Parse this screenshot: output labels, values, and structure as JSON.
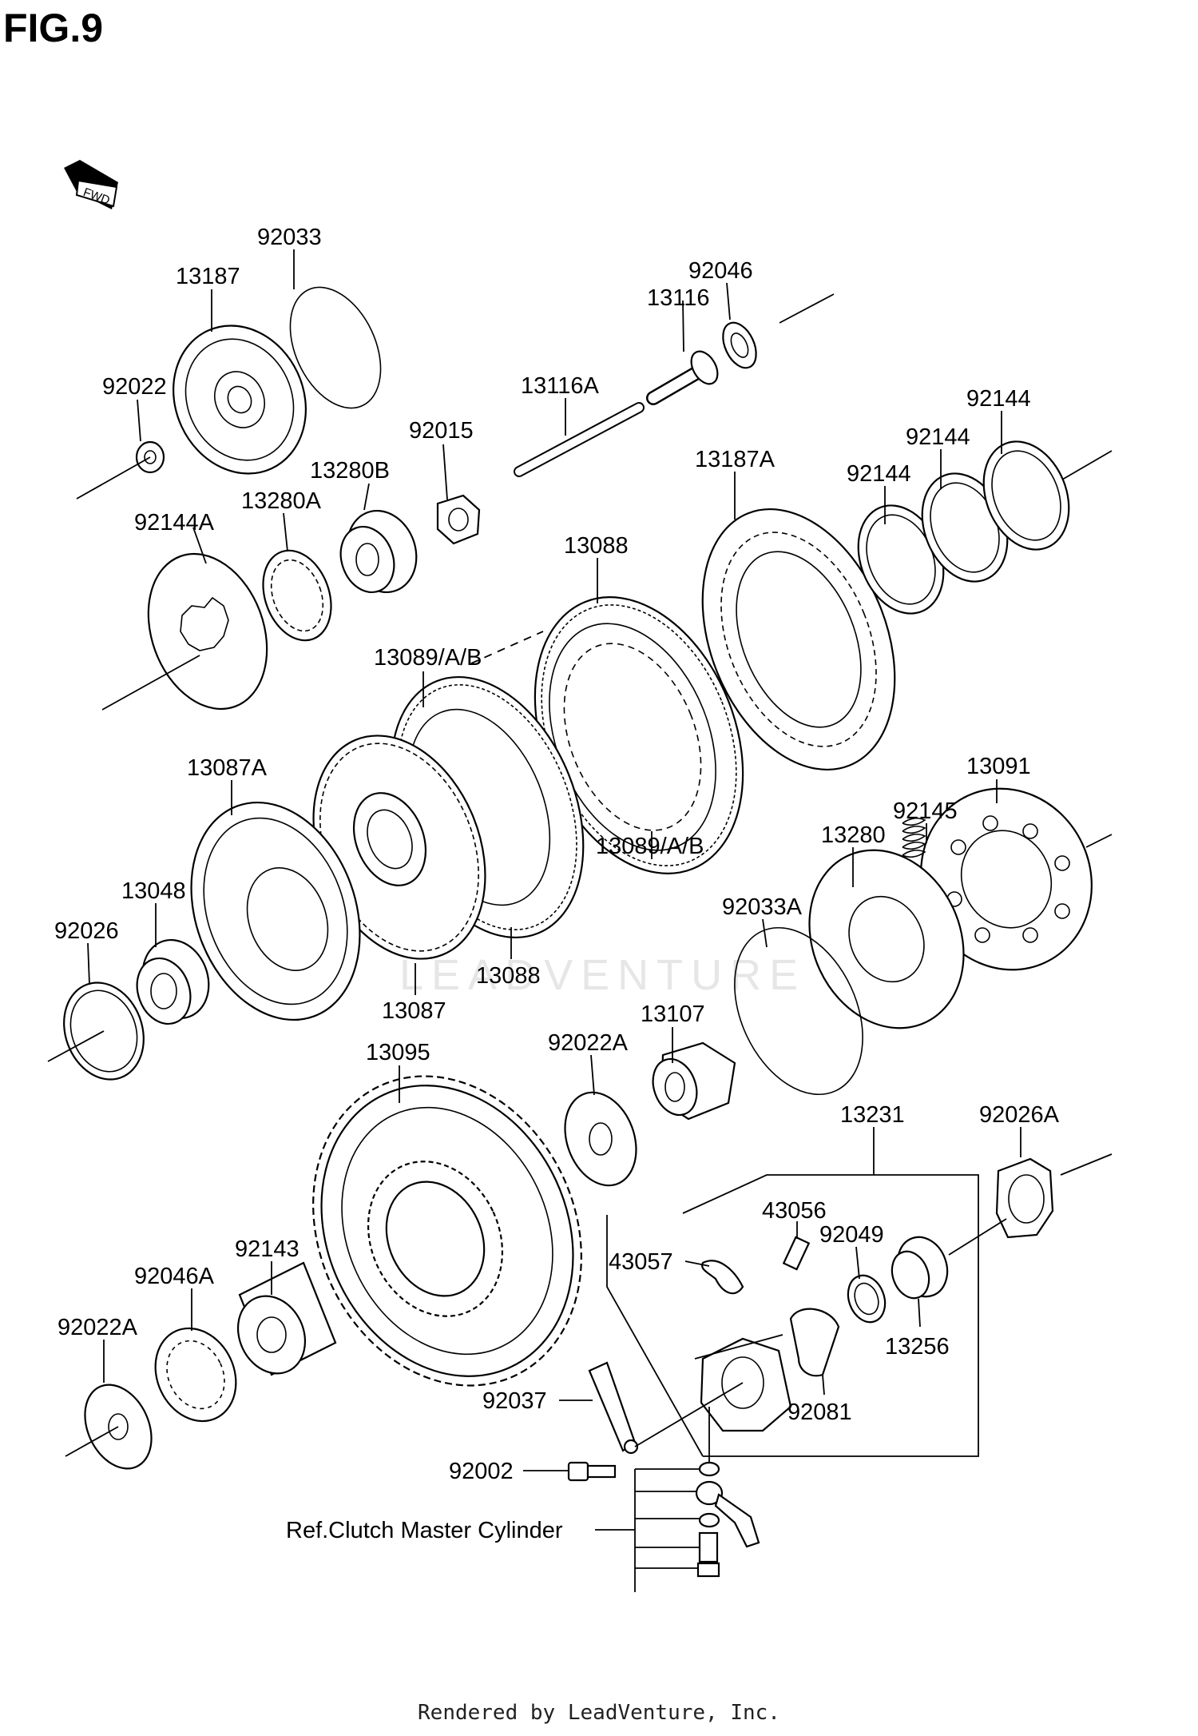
{
  "figure": {
    "title": "FIG.9",
    "fwd_label": "FWD"
  },
  "footer": "Rendered by LeadVenture, Inc.",
  "watermark": "LEADVENTURE",
  "callouts": {
    "p92033": "92033",
    "p13187": "13187",
    "p92022": "92022",
    "p92144A": "92144A",
    "p13280A": "13280A",
    "p13280B": "13280B",
    "p92015": "92015",
    "p13116A": "13116A",
    "p13116": "13116",
    "p92046": "92046",
    "p13187A": "13187A",
    "p92144_1": "92144",
    "p92144_2": "92144",
    "p92144_3": "92144",
    "p13088_top": "13088",
    "p13089_top": "13089/A/B",
    "p13087A": "13087A",
    "p13048": "13048",
    "p92026": "92026",
    "p13087": "13087",
    "p13088_bot": "13088",
    "p13089_bot": "13089/A/B",
    "p13091": "13091",
    "p92145": "92145",
    "p13280": "13280",
    "p92033A": "92033A",
    "p13107": "13107",
    "p92022A_mid": "92022A",
    "p13095": "13095",
    "p92143": "92143",
    "p92046A": "92046A",
    "p92022A_low": "92022A",
    "p13231": "13231",
    "p92026A": "92026A",
    "p43056": "43056",
    "p92049": "92049",
    "p43057": "43057",
    "p13256": "13256",
    "p92037": "92037",
    "p92081": "92081",
    "p92002": "92002",
    "ref_clutch": "Ref.Clutch Master Cylinder"
  }
}
